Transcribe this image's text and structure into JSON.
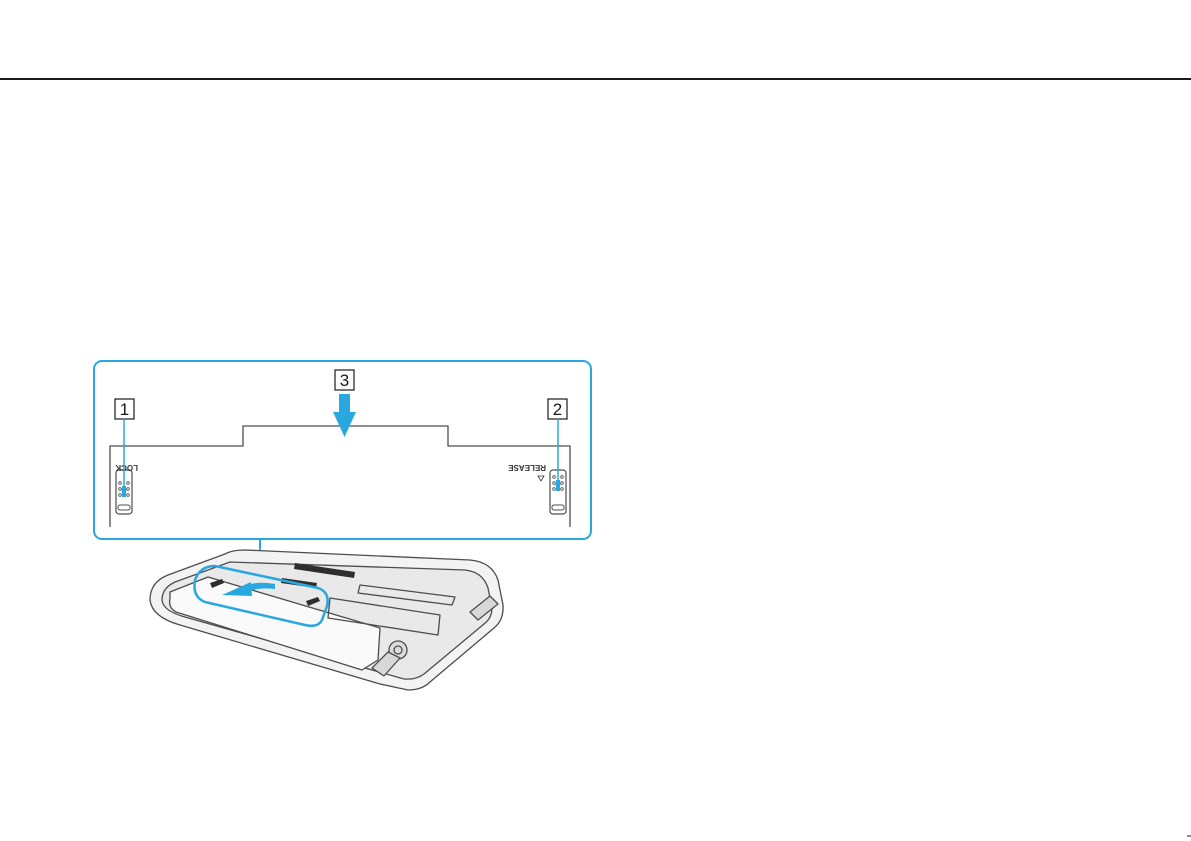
{
  "callouts": [
    {
      "number": "1"
    },
    {
      "number": "2"
    },
    {
      "number": "3"
    }
  ],
  "switch_labels": {
    "lock": "LOCK",
    "release": "RELEASE"
  },
  "colors": {
    "accent": "#29a8e0",
    "outline": "#4d4d4d"
  }
}
